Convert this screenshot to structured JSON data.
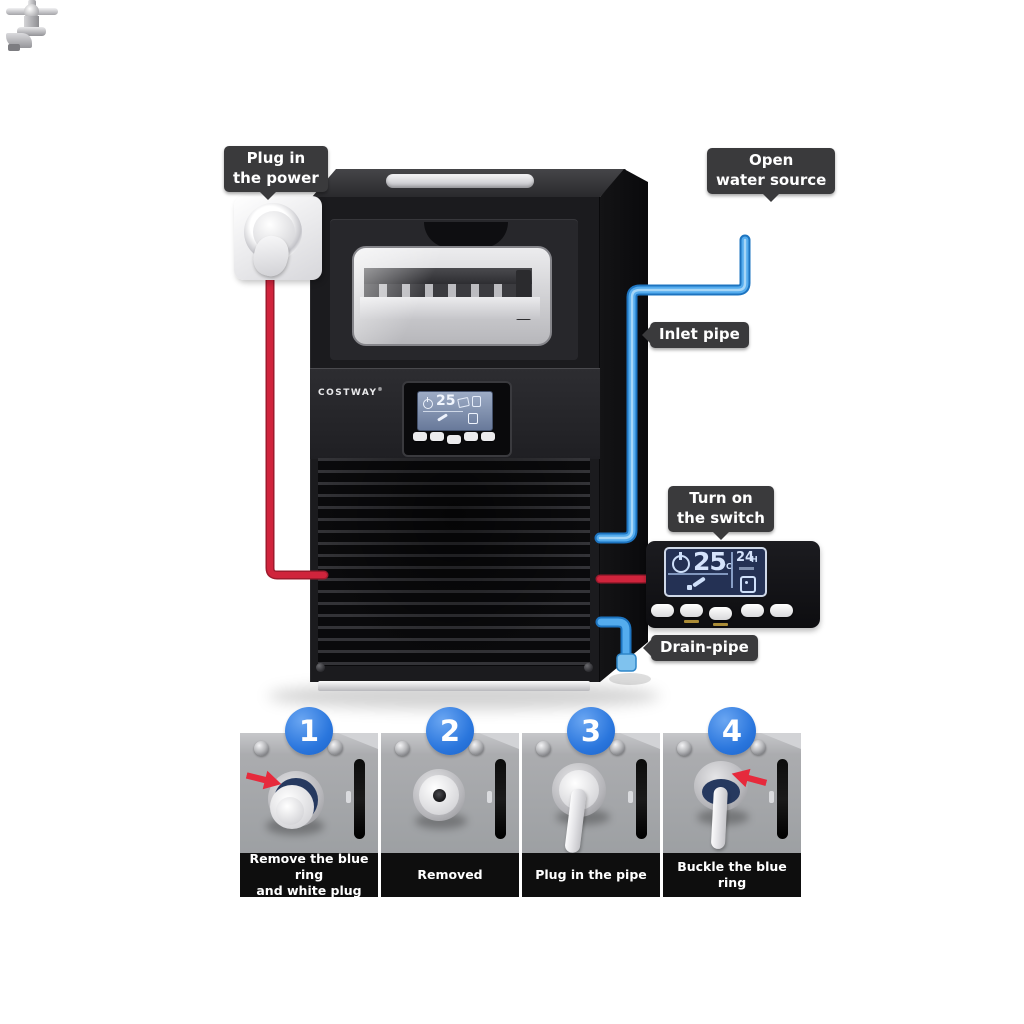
{
  "brand": {
    "name": "COSTWAY",
    "mark": "®"
  },
  "callouts": {
    "power": "Plug in\nthe power",
    "water": "Open\nwater source",
    "inlet": "Inlet pipe",
    "switch": "Turn on\nthe switch",
    "drain": "Drain-pipe"
  },
  "panel_display": {
    "temp": "25",
    "temp_unit": "°C",
    "hours": "24",
    "hours_unit": "H"
  },
  "machine_display": {
    "temp": "25"
  },
  "steps": [
    {
      "number": "1",
      "caption": "Remove the blue ring\nand white plug"
    },
    {
      "number": "2",
      "caption": "Removed"
    },
    {
      "number": "3",
      "caption": "Plug in the pipe"
    },
    {
      "number": "4",
      "caption": "Buckle the blue ring"
    }
  ],
  "colors": {
    "power_cable_red": "#d0243c",
    "pipe_blue": "#54acee",
    "callout_bg": "#3a3a3c",
    "step_badge_blue": "#2a76dd",
    "machine_black": "#1b1b1e",
    "arrow_red": "#e62a3c"
  }
}
